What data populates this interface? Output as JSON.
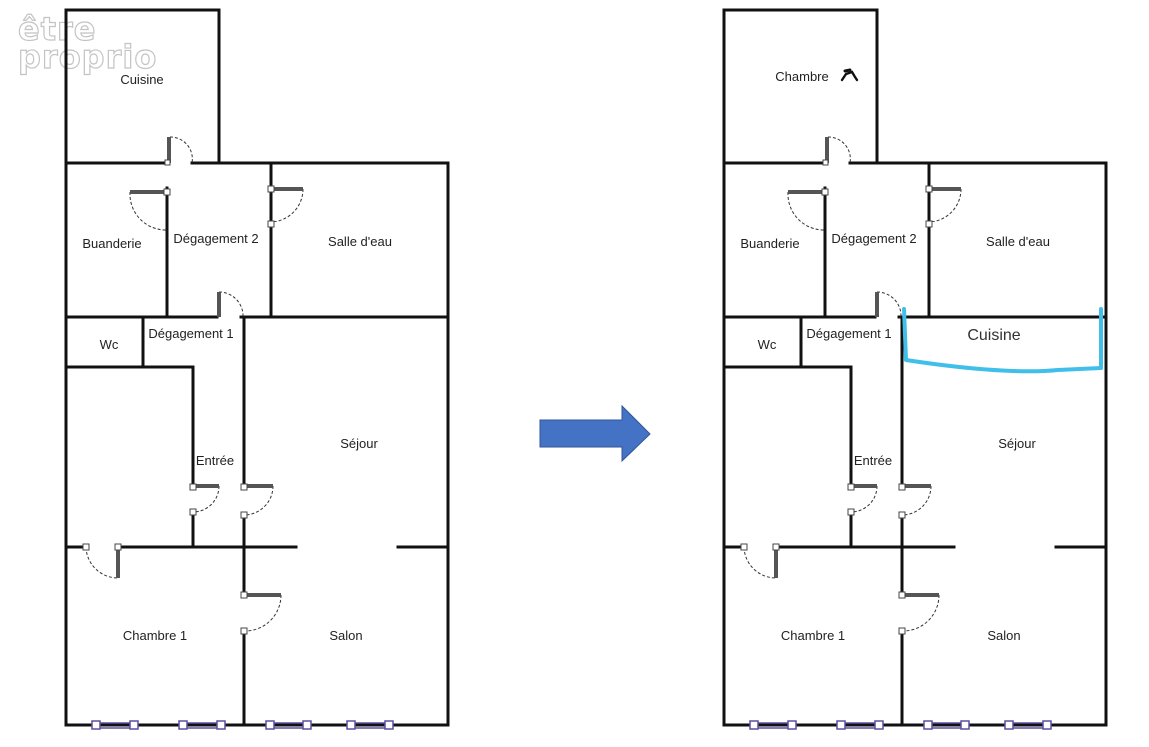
{
  "logo": {
    "line1": "être",
    "line2": "proprio"
  },
  "colors": {
    "wall": "#111111",
    "arrow": "#4472c4",
    "highlight": "#3fbfea",
    "window": "#5b4fa0"
  },
  "icons": {
    "arrow": "right-arrow-icon",
    "bed": "bed-icon"
  },
  "before": {
    "rooms": {
      "cuisine": "Cuisine",
      "buanderie": "Buanderie",
      "degagement2": "Dégagement 2",
      "salle_eau": "Salle d'eau",
      "wc": "Wc",
      "degagement1": "Dégagement 1",
      "entree": "Entrée",
      "sejour": "Séjour",
      "chambre1": "Chambre 1",
      "salon": "Salon"
    }
  },
  "after": {
    "rooms": {
      "chambre": "Chambre",
      "buanderie": "Buanderie",
      "degagement2": "Dégagement 2",
      "salle_eau": "Salle d'eau",
      "wc": "Wc",
      "degagement1": "Dégagement 1",
      "cuisine": "Cuisine",
      "entree": "Entrée",
      "sejour": "Séjour",
      "chambre1": "Chambre 1",
      "salon": "Salon"
    }
  }
}
